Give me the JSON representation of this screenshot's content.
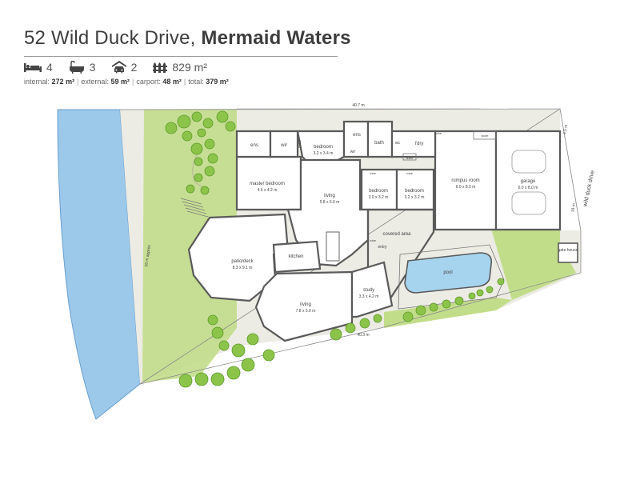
{
  "header": {
    "street": "52 Wild Duck Drive,",
    "suburb": "Mermaid Waters"
  },
  "features": {
    "bedrooms": "4",
    "bathrooms": "3",
    "car_spaces": "2",
    "land_size": "829 m²"
  },
  "areas": {
    "internal_label": "internal:",
    "internal_value": "272 m²",
    "external_label": "external:",
    "external_value": "59 m²",
    "carport_label": "carport:",
    "carport_value": "48 m²",
    "total_label": "total:",
    "total_value": "379 m²",
    "separator": "|"
  },
  "boundaries": {
    "top": "40.7 m",
    "bottom": "40.3 m",
    "left": "26 m approx",
    "right_upper": "4.5 m",
    "right_lower": "18 m",
    "street": "wild duck drive"
  },
  "rooms": {
    "ens1": "ens",
    "wir1": "wir",
    "robe_top": "robe",
    "bedroom_top": {
      "name": "bedroom",
      "dims": "3.2 x 3.4 m"
    },
    "ens2": "ens",
    "wir2": "wir",
    "bath": "bath",
    "wc": "wc",
    "ldry": "l'dry",
    "linen": "linen",
    "robe_ldry": "robe",
    "store": "store",
    "master": {
      "name": "master bedroom",
      "dims": "4.6 x 4.2 m"
    },
    "living_main": {
      "name": "living",
      "dims": "5.8 x 5.0 m"
    },
    "robe_b3": "robe",
    "bedroom_3": {
      "name": "bedroom",
      "dims": "3.0 x 3.2 m"
    },
    "robe_b4": "robe",
    "bedroom_4": {
      "name": "bedroom",
      "dims": "3.2 x 3.2 m"
    },
    "rumpus": {
      "name": "rumpus room",
      "dims": "6.0 x 8.0 m"
    },
    "garage": {
      "name": "garage",
      "dims": "6.0 x 8.0 m"
    },
    "patio": {
      "name": "patio/deck",
      "dims": "8.3 x 9.1 m"
    },
    "kitchen": "kitchen",
    "covered_area": "covered area",
    "robe_entry": "robe",
    "entry": "entry",
    "pool": "pool",
    "gate_house": "gate house",
    "living_lower": {
      "name": "living",
      "dims": "7.8 x 5.0 m"
    },
    "study": {
      "name": "study",
      "dims": "3.3 x 4.2 m"
    }
  },
  "colors": {
    "water": "#9cc8ea",
    "grass": "#c2dd8a",
    "path": "#e8e3d3",
    "tree": "#8cc44a",
    "wall": "#5a5a5a"
  },
  "icons": {
    "bed": "bed-icon",
    "bath": "bathtub-icon",
    "car": "garage-car-icon",
    "land": "fence-icon"
  }
}
